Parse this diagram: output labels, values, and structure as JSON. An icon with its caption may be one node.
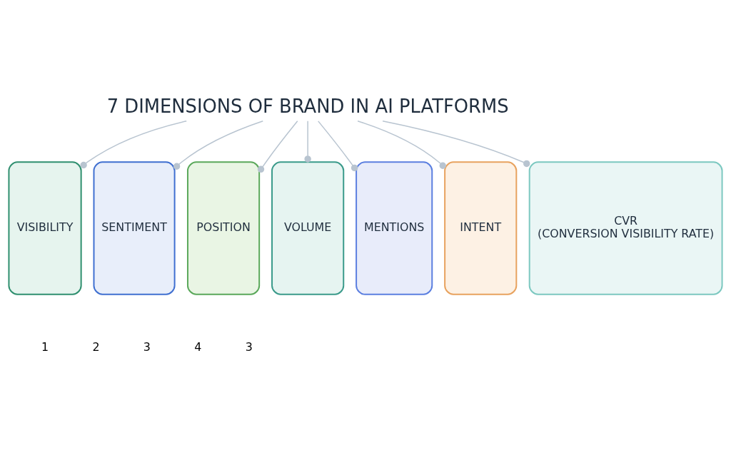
{
  "diagram": {
    "nodes": [
      {
        "text": [
          "7 DIMENSIONS OF BRAND IN AI PLATFORMS"
        ]
      },
      {
        "text": [
          "VISIBILITY"
        ]
      },
      {
        "text": [
          "SENTIMENT"
        ]
      },
      {
        "text": [
          "POSITION"
        ]
      },
      {
        "text": [
          "VOLUME"
        ]
      },
      {
        "text": [
          "MENTIONS"
        ]
      },
      {
        "text": [
          "INTENT"
        ]
      },
      {
        "text": [
          "CVR",
          "(CONVERSION VISIBILITY RATE)"
        ]
      }
    ],
    "edges": [
      {
        "from": 0,
        "to": 1,
        "arrow": "other"
      },
      {
        "from": 0,
        "to": 2,
        "arrow": "other"
      },
      {
        "from": 0,
        "to": 3,
        "arrow": "other"
      },
      {
        "from": 0,
        "to": 4,
        "arrow": "other"
      },
      {
        "from": 0,
        "to": 5,
        "arrow": "other"
      },
      {
        "from": 0,
        "to": 6,
        "arrow": "other"
      },
      {
        "from": 0,
        "to": 7,
        "arrow": "other"
      }
    ],
    "labels": [
      "1",
      "2",
      "3",
      "4",
      "3"
    ]
  }
}
